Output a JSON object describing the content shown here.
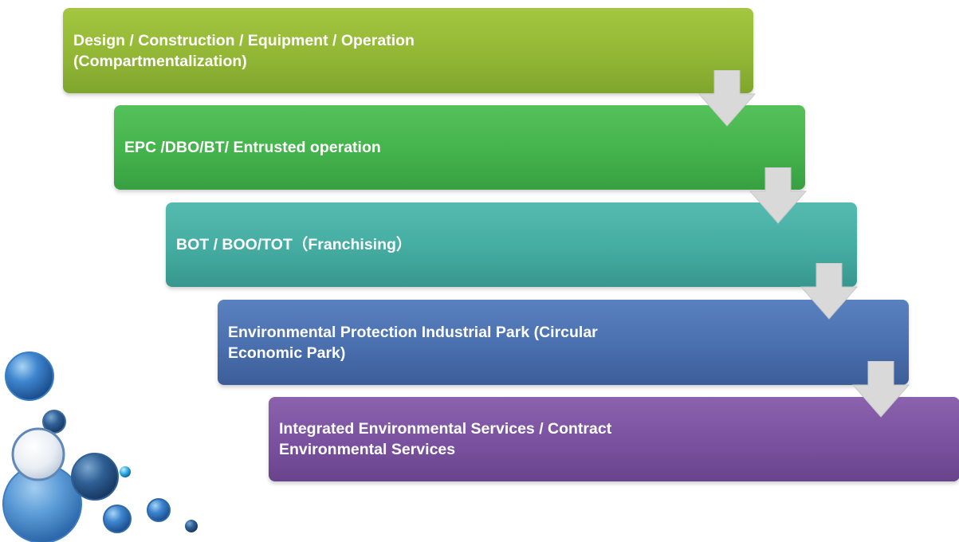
{
  "steps": [
    {
      "line1": "Design / Construction / Equipment / Operation",
      "line2": "(Compartmentalization)"
    },
    {
      "line1": "EPC /DBO/BT/ Entrusted operation",
      "line2": ""
    },
    {
      "line1": "BOT / BOO/TOT（Franchising）",
      "line2": ""
    },
    {
      "line1": "Environmental Protection Industrial Park (Circular",
      "line2": "Economic Park)"
    },
    {
      "line1": "Integrated Environmental Services / Contract",
      "line2": "Environmental Services"
    }
  ],
  "colors": {
    "step1": "#93b735",
    "step2": "#44b34c",
    "step3": "#45aca2",
    "step4": "#4a6fae",
    "step5": "#7a519f",
    "arrow": "#dadada",
    "bubble": "#3d7cc2"
  }
}
